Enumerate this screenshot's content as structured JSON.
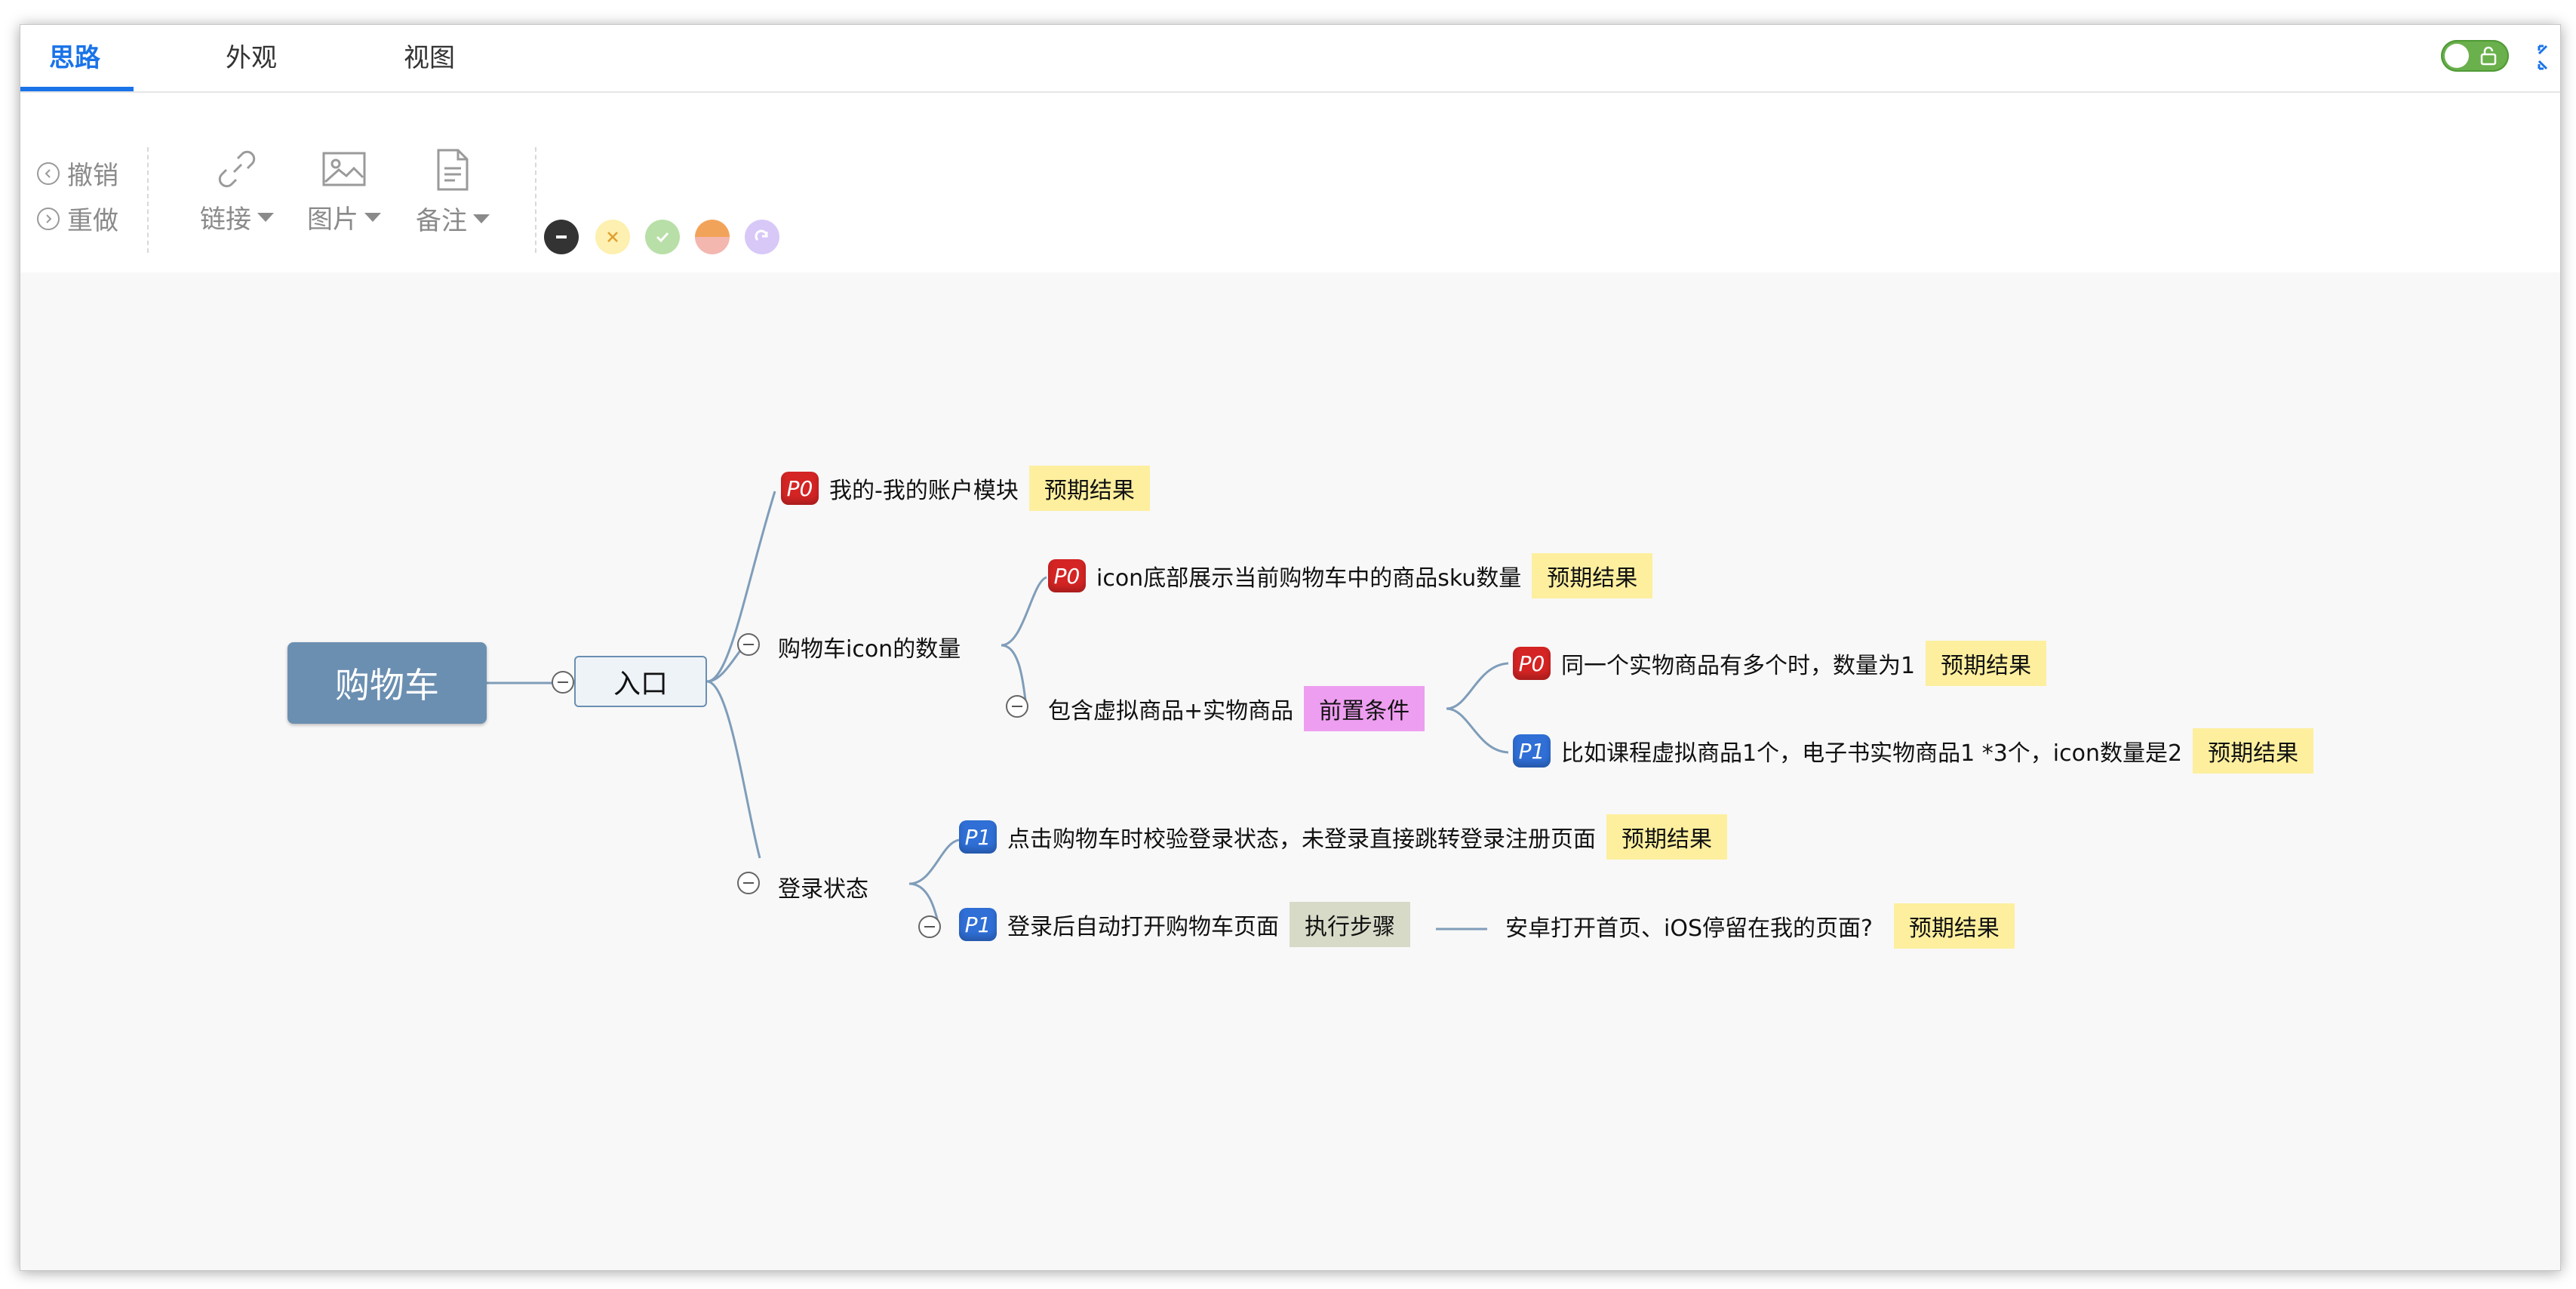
{
  "tabs": [
    {
      "label": "思路",
      "active": true
    },
    {
      "label": "外观",
      "active": false
    },
    {
      "label": "视图",
      "active": false
    }
  ],
  "toolbar": {
    "undo_label": "撤销",
    "redo_label": "重做",
    "link_label": "链接",
    "image_label": "图片",
    "note_label": "备注",
    "marks": [
      {
        "icon": "minus-mark-icon",
        "color": "#333333"
      },
      {
        "icon": "cross-mark-icon",
        "color": "#fdf0b0"
      },
      {
        "icon": "check-mark-icon",
        "color": "#b8dfa8"
      },
      {
        "icon": "half-mark-icon",
        "color": "#f0b070"
      },
      {
        "icon": "redo-mark-icon",
        "color": "#d8c8f8"
      }
    ]
  },
  "mindmap": {
    "root": "购物车",
    "entry": "入口",
    "account": {
      "priority": "P0",
      "text": "我的-我的账户模块",
      "tag": "预期结果"
    },
    "cart_count": {
      "text": "购物车icon的数量"
    },
    "icon_count": {
      "priority": "P0",
      "text": "icon底部展示当前购物车中的商品sku数量",
      "tag": "预期结果"
    },
    "mixed": {
      "text": "包含虚拟商品+实物商品",
      "tag": "前置条件"
    },
    "same_item": {
      "priority": "P0",
      "text": "同一个实物商品有多个时，数量为1",
      "tag": "预期结果"
    },
    "example": {
      "priority": "P1",
      "text": "比如课程虚拟商品1个，电子书实物商品1 *3个，icon数量是2",
      "tag": "预期结果"
    },
    "login": {
      "text": "登录状态"
    },
    "login_check": {
      "priority": "P1",
      "text": "点击购物车时校验登录状态，未登录直接跳转登录注册页面",
      "tag": "预期结果"
    },
    "auto_open": {
      "priority": "P1",
      "text": "登录后自动打开购物车页面",
      "tag": "执行步骤"
    },
    "android": {
      "text": "安卓打开首页、iOS停留在我的页面?",
      "tag": "预期结果"
    }
  }
}
